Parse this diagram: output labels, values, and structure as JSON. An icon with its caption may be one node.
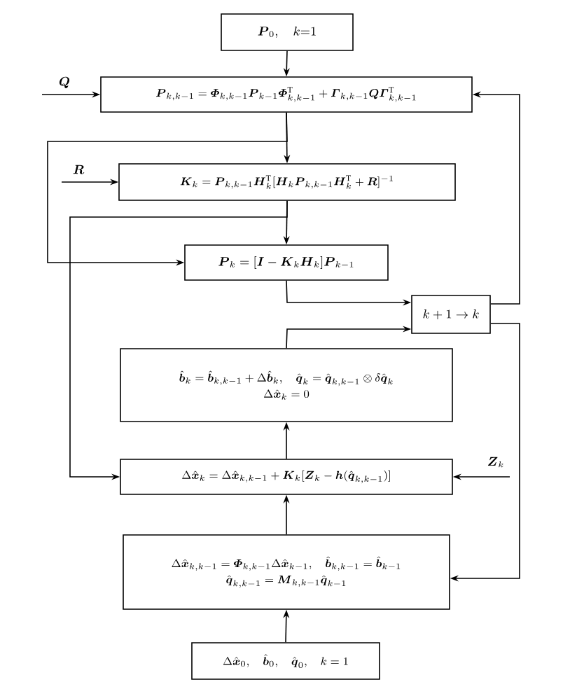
{
  "diagram": {
    "nodes": [
      {
        "text": [
          "\\boldsymbol{P}_0,\\quad k{=}1"
        ]
      },
      {
        "text": [
          "\\boldsymbol{P}_{k,k-1}=\\boldsymbol{\\varPhi}_{k,k-1}\\boldsymbol{P}_{k-1}\\boldsymbol{\\varPhi}_{k,k-1}^{\\mathrm{T}}+\\boldsymbol{\\varGamma}_{k,k-1}\\boldsymbol{Q}\\boldsymbol{\\varGamma}_{k,k-1}^{\\mathrm{T}}"
        ]
      },
      {
        "text": [
          "\\boldsymbol{K}_k=\\boldsymbol{P}_{k,k-1}\\boldsymbol{H}_k^{\\mathrm{T}}[\\boldsymbol{H}_k\\boldsymbol{P}_{k,k-1}\\boldsymbol{H}_k^{\\mathrm{T}}+\\boldsymbol{R}]^{-1}"
        ]
      },
      {
        "text": [
          "\\boldsymbol{P}_k=[\\boldsymbol{I}-\\boldsymbol{K}_k\\boldsymbol{H}_k]\\boldsymbol{P}_{k-1}"
        ]
      },
      {
        "text": [
          "k+1\\rightarrow k"
        ]
      },
      {
        "text": [
          "\\hat{\\boldsymbol{b}}_k=\\hat{\\boldsymbol{b}}_{k,k-1}+\\Delta\\hat{\\boldsymbol{b}}_k,\\quad \\hat{\\boldsymbol{q}}_k=\\hat{\\boldsymbol{q}}_{k,k-1}\\otimes\\delta\\hat{\\boldsymbol{q}}_k",
          "\\Delta\\hat{\\boldsymbol{x}}_k=0"
        ]
      },
      {
        "text": [
          "\\Delta\\hat{\\boldsymbol{x}}_k=\\Delta\\hat{\\boldsymbol{x}}_{k,k-1}+\\boldsymbol{K}_k[\\boldsymbol{Z}_k-\\boldsymbol{h}(\\hat{\\boldsymbol{q}}_{k,k-1})]"
        ]
      },
      {
        "text": [
          "\\Delta\\hat{\\boldsymbol{x}}_{k,k-1}=\\boldsymbol{\\varPhi}_{k,k-1}\\Delta\\hat{\\boldsymbol{x}}_{k-1},\\quad \\hat{\\boldsymbol{b}}_{k,k-1}=\\hat{\\boldsymbol{b}}_{k-1}",
          "\\hat{\\boldsymbol{q}}_{k,k-1}=\\boldsymbol{M}_{k,k-1}\\hat{\\boldsymbol{q}}_{k-1}"
        ]
      },
      {
        "text": [
          "\\Delta\\hat{\\boldsymbol{x}}_0,\\quad\\hat{\\boldsymbol{b}}_0,\\quad\\hat{\\boldsymbol{q}}_0,\\quad k=1"
        ]
      }
    ],
    "edges": [
      {
        "from": 0,
        "to": 1,
        "arrow": "to"
      },
      {
        "from": 1,
        "to": 2,
        "arrow": "to"
      },
      {
        "from": 1,
        "to": 3,
        "arrow": "to"
      },
      {
        "from": 2,
        "to": 3,
        "arrow": "to"
      },
      {
        "from": 2,
        "to": 6,
        "arrow": "to"
      },
      {
        "from": 3,
        "to": 4,
        "arrow": "to"
      },
      {
        "from": 5,
        "to": 4,
        "arrow": "to"
      },
      {
        "from": 4,
        "to": 1,
        "arrow": "to"
      },
      {
        "from": 4,
        "to": 7,
        "arrow": "to"
      },
      {
        "from": 6,
        "to": 5,
        "arrow": "to"
      },
      {
        "from": 7,
        "to": 6,
        "arrow": "to"
      },
      {
        "from": 8,
        "to": 7,
        "arrow": "to"
      },
      {
        "from": null,
        "to": 1,
        "arrow": "to",
        "label": "\\boldsymbol{Q}"
      },
      {
        "from": null,
        "to": 2,
        "arrow": "to",
        "label": "\\boldsymbol{R}"
      },
      {
        "from": null,
        "to": 6,
        "arrow": "to",
        "label": "\\boldsymbol{Z}_k"
      }
    ]
  }
}
